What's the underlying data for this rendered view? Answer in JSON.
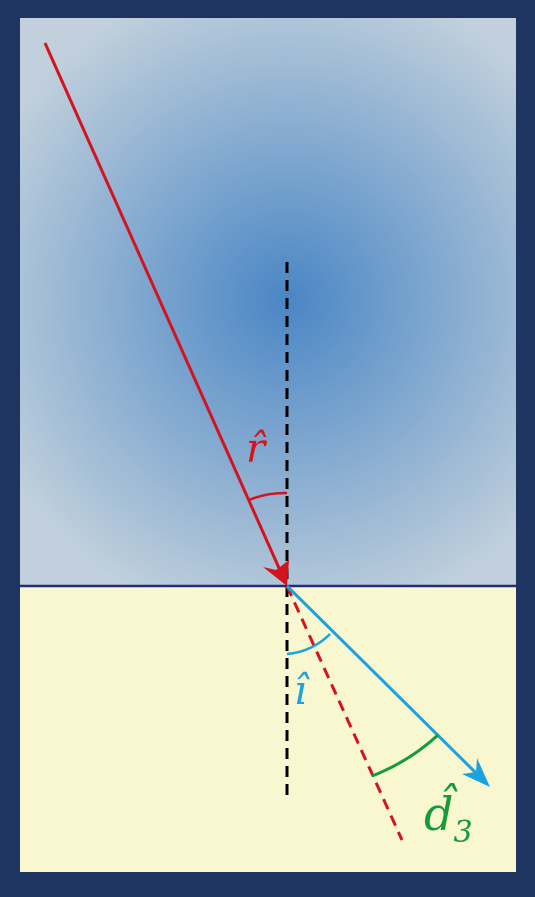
{
  "diagram": {
    "labels": {
      "incident_angle": "r̂",
      "refraction_angle": "î",
      "deviation_angle_main": "d̂",
      "deviation_angle_subscript": "3"
    },
    "colors": {
      "frame": "#1e3461",
      "upper_medium_center": "#4a86c5",
      "upper_medium_edge": "#c1d0dc",
      "lower_medium": "#f9f7cf",
      "interface_line": "#272b7a",
      "normal_line": "#000000",
      "incident_ray": "#d3141f",
      "refracted_ray": "#1aa3e0",
      "extension_line": "#d3141f",
      "deviation_arc": "#169a3a"
    }
  }
}
